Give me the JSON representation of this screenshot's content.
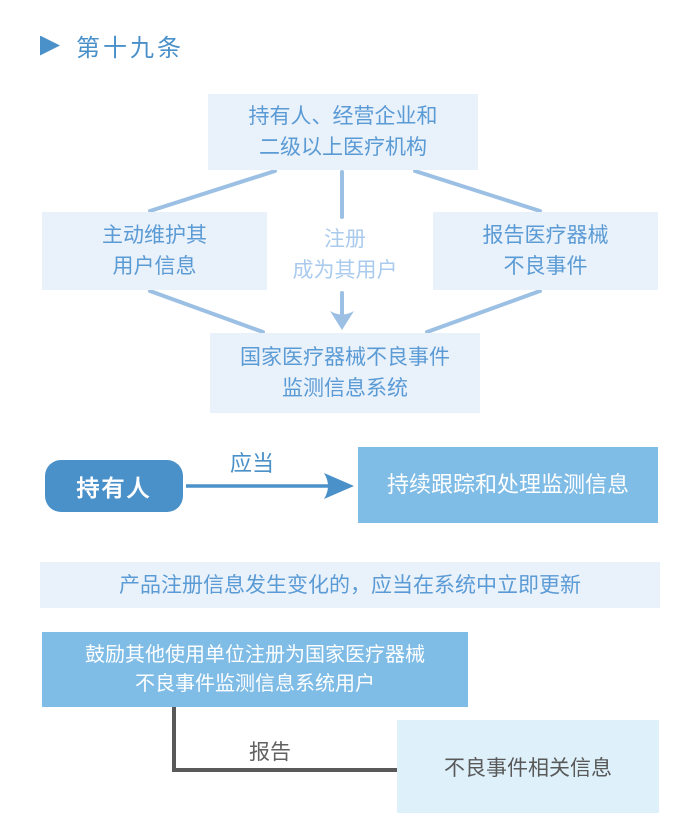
{
  "title": {
    "text": "第十九条",
    "marker_icon": "triangle-right"
  },
  "diagram": {
    "top_box": "持有人、经营企业和\n二级以上医疗机构",
    "left_box": "主动维护其\n用户信息",
    "center_label": "注册\n成为其用户",
    "right_box": "报告医疗器械\n不良事件",
    "bottom_box": "国家医疗器械不良事件\n监测信息系统"
  },
  "holder_row": {
    "pill": "持有人",
    "arrow_label": "应当",
    "result_box": "持续跟踪和处理监测信息"
  },
  "update_note": "产品注册信息发生变化的，应当在系统中立即更新",
  "encourage": {
    "box": "鼓励其他使用单位注册为国家医疗器械\n不良事件监测信息系统用户",
    "connector_label": "报告",
    "target_box": "不良事件相关信息"
  },
  "colors": {
    "accent_blue": "#4a90c9",
    "light_box_fill": "#e9f1fa",
    "light_box_text": "#5b9bd5",
    "medium_box_fill": "#7fbce6",
    "faded_label_blue": "#aacbed",
    "light_connector": "#9cc0e4",
    "dark_gray_connector": "#595959",
    "target_box_fill": "#def1fb",
    "target_box_text": "#595959"
  }
}
